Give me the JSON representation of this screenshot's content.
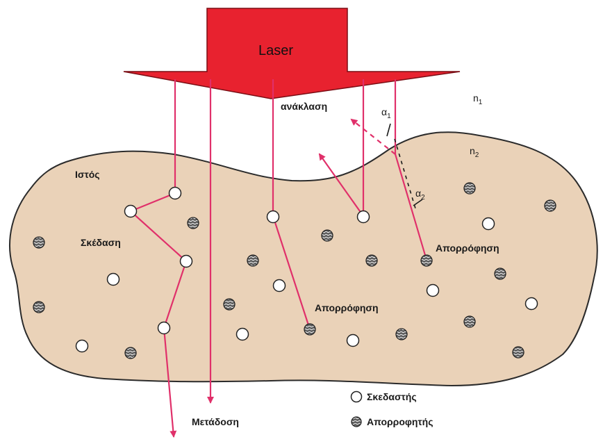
{
  "labels": {
    "laser": "Laser",
    "reflection": "ανάκλαση",
    "n1": "n",
    "n1_sub": "1",
    "n2": "n",
    "n2_sub": "2",
    "alpha1": "α",
    "alpha1_sub": "1",
    "alpha2": "α",
    "alpha2_sub": "2",
    "tissue": "Ιστός",
    "scattering": "Σκέδαση",
    "absorption_right": "Απορρόφηση",
    "absorption_center": "Απορρόφηση",
    "transmission": "Μετάδοση"
  },
  "legend": {
    "scatterer": "Σκεδαστής",
    "absorber": "Απορροφητής"
  },
  "colors": {
    "laser_fill": "#e8222f",
    "laser_stroke": "#7a0d14",
    "ray": "#e0306a",
    "tissue_fill": "#ead2b8",
    "tissue_stroke": "#2b2b2b",
    "absorber_fill": "#6d6d6d",
    "scatterer_fill": "#ffffff"
  }
}
